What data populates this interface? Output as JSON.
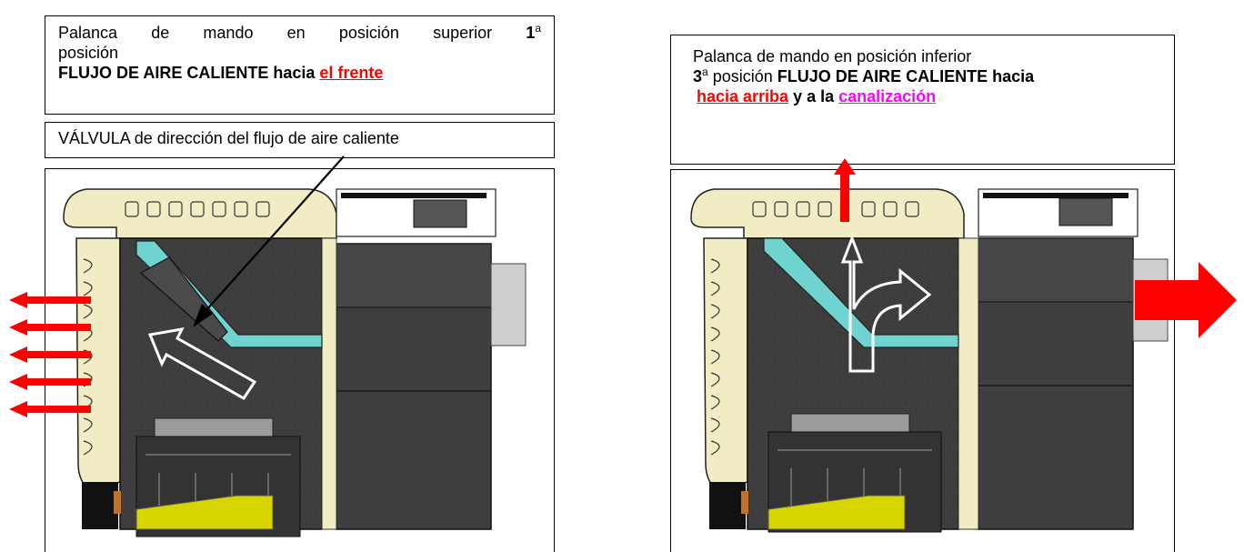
{
  "left": {
    "caption": {
      "line1_text": "Palanca de mando en posición superior ",
      "line1_num": "1",
      "line1_sup": "a",
      "line2": "posición",
      "line3_bold": "FLUJO DE AIRE CALIENTE hacia ",
      "line3_link": "el frente"
    },
    "valve_label": "VÁLVULA de dirección del flujo de aire caliente"
  },
  "right": {
    "caption": {
      "line1": "Palanca de mando en posición inferior",
      "line2_num": "3",
      "line2_sup": "a",
      "line2_text": " posición ",
      "line2_bold": "FLUJO DE AIRE CALIENTE hacia",
      "line3_link1": "hacia arriba",
      "line3_mid": " y a la ",
      "line3_link2": "canalización"
    }
  },
  "colors": {
    "arrow_red": "#ff0000",
    "cream": "#f1ecc4",
    "dark_gray": "#3d3d3d",
    "cyan_rail": "#6fd3d0",
    "yellow": "#d8d400",
    "magenta": "#ff00ff"
  }
}
